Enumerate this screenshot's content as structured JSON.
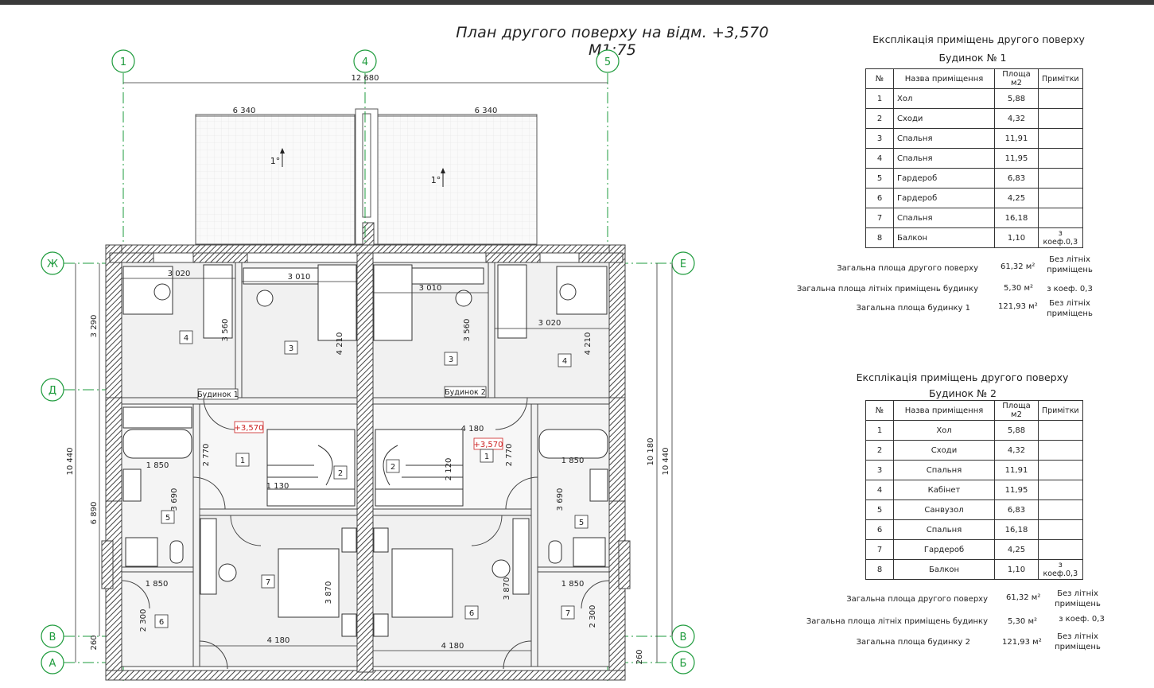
{
  "drawing": {
    "title": "План другого поверху на відм. +3,570 М1:75",
    "axes": {
      "a1": "1",
      "a4": "4",
      "a5": "5",
      "zh": "Ж",
      "e": "Е",
      "d": "Д",
      "v_left": "В",
      "v_right": "В",
      "a": "А",
      "b": "Б"
    },
    "dims": {
      "total_w": "12 680",
      "w_left": "6 340",
      "w_right": "6 340",
      "h_total_l": "10 440",
      "h_total_r": "10 440",
      "h_r2": "10 180",
      "h_left_top": "3 290",
      "h_left_mid": "6 890",
      "h_260_l": "260",
      "h_260_r": "260",
      "r1": "3 020",
      "r2": "3 010",
      "r3": "3 010",
      "r4": "3 020",
      "h3560_a": "3 560",
      "h4210_a": "4 210",
      "h3560_b": "3 560",
      "h4210_b": "4 210",
      "d4180_t": "4 180",
      "d1850_a": "1 850",
      "d1850_b": "1 850",
      "d2770_a": "2 770",
      "d2770_b": "2 770",
      "d2120": "2 120",
      "d1130": "1 130",
      "d3690_a": "3 690",
      "d3690_b": "3 690",
      "d1850_c": "1 850",
      "d1850_d": "1 850",
      "d3870_a": "3 870",
      "d3870_b": "3 870",
      "d2300_a": "2 300",
      "d2300_b": "2 300",
      "d4180_a": "4 180",
      "d4180_b": "4 180"
    },
    "level_marks": {
      "left": "+3,570",
      "right": "+3,570"
    },
    "house_labels": {
      "h1": "Будинок 1",
      "h2": "Будинок 2"
    },
    "slope_marks": {
      "a": "1°",
      "b": "1°"
    },
    "room_tags": {
      "l4": "4",
      "l3": "3",
      "r3": "3",
      "r4": "4",
      "l1": "1",
      "l2": "2",
      "r2": "2",
      "r1": "1",
      "l5": "5",
      "r5": "5",
      "l7": "7",
      "r6": "6",
      "l6": "6",
      "r7": "7"
    }
  },
  "house1": {
    "title": "Експлікація приміщень другого поверху",
    "subtitle": "Будинок № 1",
    "headers": {
      "num": "№",
      "name": "Назва приміщення",
      "area": "Площа м2",
      "note": "Примітки"
    },
    "rows": [
      {
        "num": "1",
        "name": "Хол",
        "area": "5,88",
        "note": ""
      },
      {
        "num": "2",
        "name": "Сходи",
        "area": "4,32",
        "note": ""
      },
      {
        "num": "3",
        "name": "Спальня",
        "area": "11,91",
        "note": ""
      },
      {
        "num": "4",
        "name": "Спальня",
        "area": "11,95",
        "note": ""
      },
      {
        "num": "5",
        "name": "Гардероб",
        "area": "6,83",
        "note": ""
      },
      {
        "num": "6",
        "name": "Гардероб",
        "area": "4,25",
        "note": ""
      },
      {
        "num": "7",
        "name": "Спальня",
        "area": "16,18",
        "note": ""
      },
      {
        "num": "8",
        "name": "Балкон",
        "area": "1,10",
        "note": "з коеф.0,3"
      }
    ],
    "summary": [
      {
        "label": "Загальна площа другого поверху",
        "value": "61,32 м²",
        "note": "Без літніх приміщень"
      },
      {
        "label": "Загальна площа літніх приміщень будинку",
        "value": "5,30 м²",
        "note": "з коеф. 0,3"
      },
      {
        "label": "Загальна площа будинку 1",
        "value": "121,93 м²",
        "note": "Без літніх приміщень"
      }
    ]
  },
  "house2": {
    "title": "Експлікація приміщень другого поверху",
    "subtitle": "Будинок № 2",
    "headers": {
      "num": "№",
      "name": "Назва приміщення",
      "area": "Площа м2",
      "note": "Примітки"
    },
    "rows": [
      {
        "num": "1",
        "name": "Хол",
        "area": "5,88",
        "note": ""
      },
      {
        "num": "2",
        "name": "Сходи",
        "area": "4,32",
        "note": ""
      },
      {
        "num": "3",
        "name": "Спальня",
        "area": "11,91",
        "note": ""
      },
      {
        "num": "4",
        "name": "Кабінет",
        "area": "11,95",
        "note": ""
      },
      {
        "num": "5",
        "name": "Санвузол",
        "area": "6,83",
        "note": ""
      },
      {
        "num": "6",
        "name": "Спальня",
        "area": "16,18",
        "note": ""
      },
      {
        "num": "7",
        "name": "Гардероб",
        "area": "4,25",
        "note": ""
      },
      {
        "num": "8",
        "name": "Балкон",
        "area": "1,10",
        "note": "з коеф.0,3"
      }
    ],
    "summary": [
      {
        "label": "Загальна площа другого поверху",
        "value": "61,32 м²",
        "note": "Без літніх приміщень"
      },
      {
        "label": "Загальна площа літніх приміщень будинку",
        "value": "5,30 м²",
        "note": "з коеф. 0,3"
      },
      {
        "label": "Загальна площа будинку 2",
        "value": "121,93 м²",
        "note": "Без літніх приміщень"
      }
    ]
  },
  "colors": {
    "axis": "#1e9b3c",
    "wall": "#555555",
    "level": "#cc2222"
  }
}
